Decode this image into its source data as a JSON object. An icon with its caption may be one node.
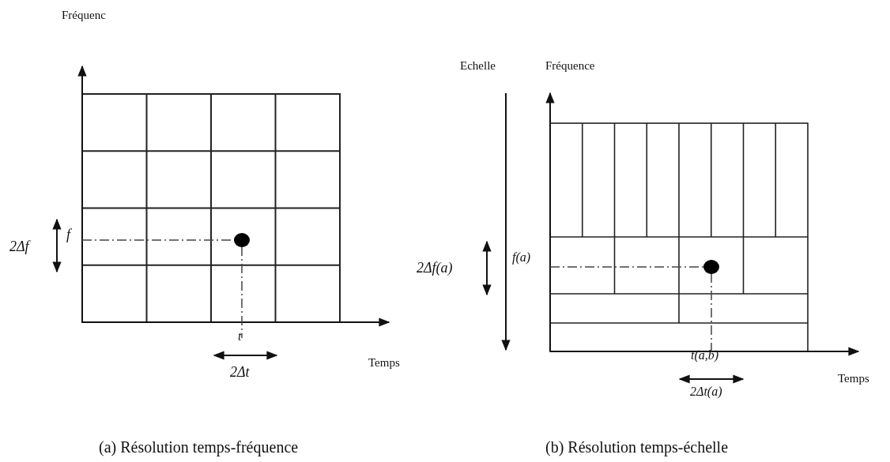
{
  "diagram": {
    "labels": [
      "Fréquenc",
      "Echelle",
      "Fréquence",
      "2Δf",
      "f",
      "2Δf(a)",
      "f(a)",
      "t",
      "t(a,b)",
      "Temps",
      "2Δt",
      "Temps",
      "2Δt(a)",
      "(a) Résolution temps-fréquence",
      "(b) Résolution temps-échelle"
    ]
  }
}
